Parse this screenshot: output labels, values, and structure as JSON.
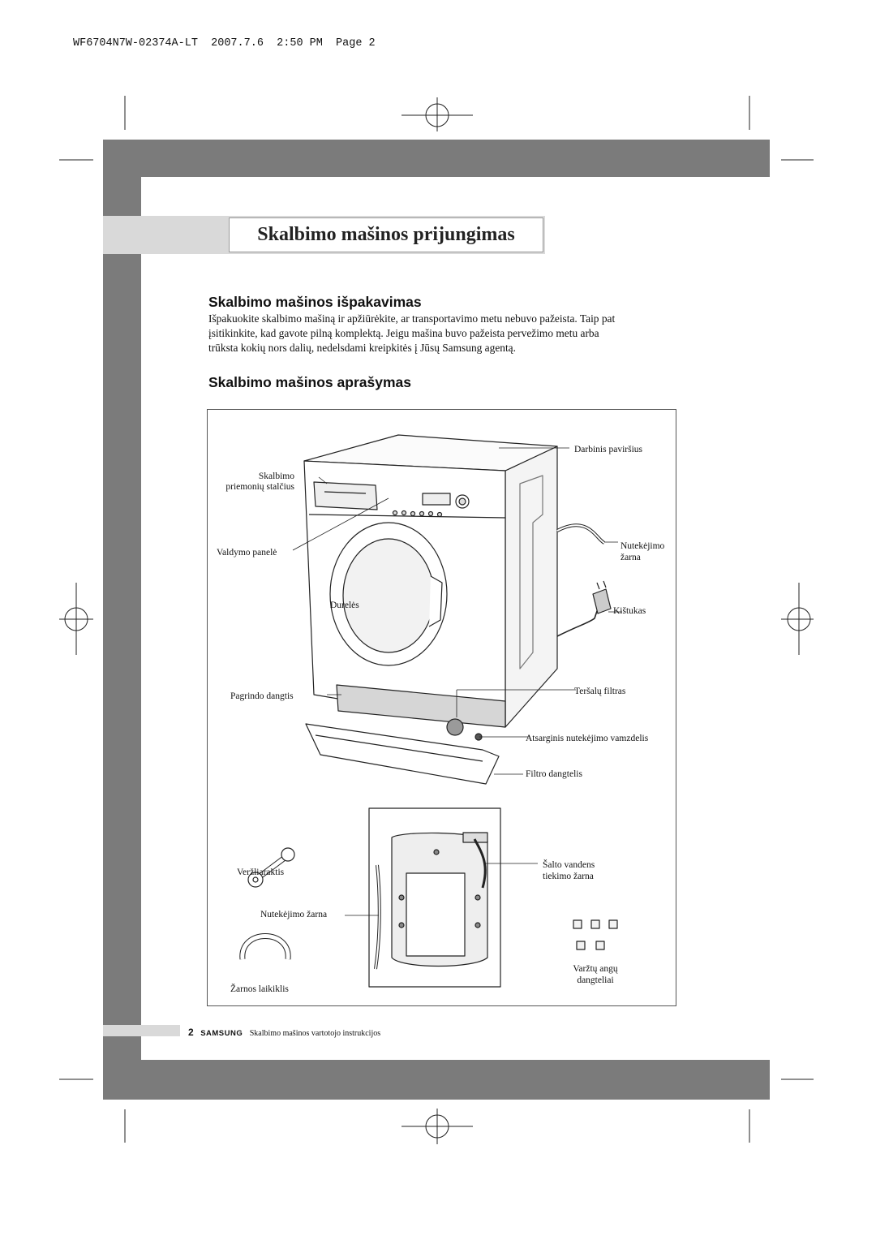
{
  "print_header": "WF6704N7W-02374A-LT  2007.7.6  2:50 PM  Page 2",
  "page_title": "Skalbimo mašinos prijungimas",
  "sections": [
    {
      "heading": "Skalbimo mašinos išpakavimas",
      "lines": [
        "Išpakuokite skalbimo mašiną ir apžiūrėkite, ar transportavimo metu nebuvo pažeista. Taip pat",
        "įsitikinkite, kad gavote pilną komplektą. Jeigu mašina buvo pažeista pervežimo metu arba",
        "trūksta kokių nors dalių, nedelsdami kreipkitės į Jūsų Samsung agentą."
      ]
    },
    {
      "heading": "Skalbimo mašinos aprašymas"
    }
  ],
  "labels": {
    "darbinis": "Darbinis paviršius",
    "stalcius_1": "Skalbimo",
    "stalcius_2": "priemonių stalčius",
    "nutekejimo_1": "Nutekėjimo",
    "nutekejimo_2": "žarna",
    "valdymo": "Valdymo panelė",
    "dureles": "Durelės",
    "kistukas": "Kištukas",
    "filtras": "Teršalų filtras",
    "pagrindo": "Pagrindo dangtis",
    "atsarginis": "Atsarginis nutekėjimo vamzdelis",
    "filtro_dangtelis": "Filtro dangtelis",
    "verzliaraktis": "Veržliaraktis",
    "salto_1": "Šalto vandens",
    "salto_2": "tiekimo žarna",
    "nutekejimo_zarna": "Nutekėjimo žarna",
    "varztu_1": "Varžtų angų",
    "varztu_2": "dangteliai",
    "laikiklis": "Žarnos laikiklis"
  },
  "footer": {
    "page_number": "2",
    "brand": "SAMSUNG",
    "text": "Skalbimo mašinos vartotojo instrukcijos"
  },
  "colors": {
    "frame": "#7b7b7b",
    "strip": "#d9d9d9"
  }
}
